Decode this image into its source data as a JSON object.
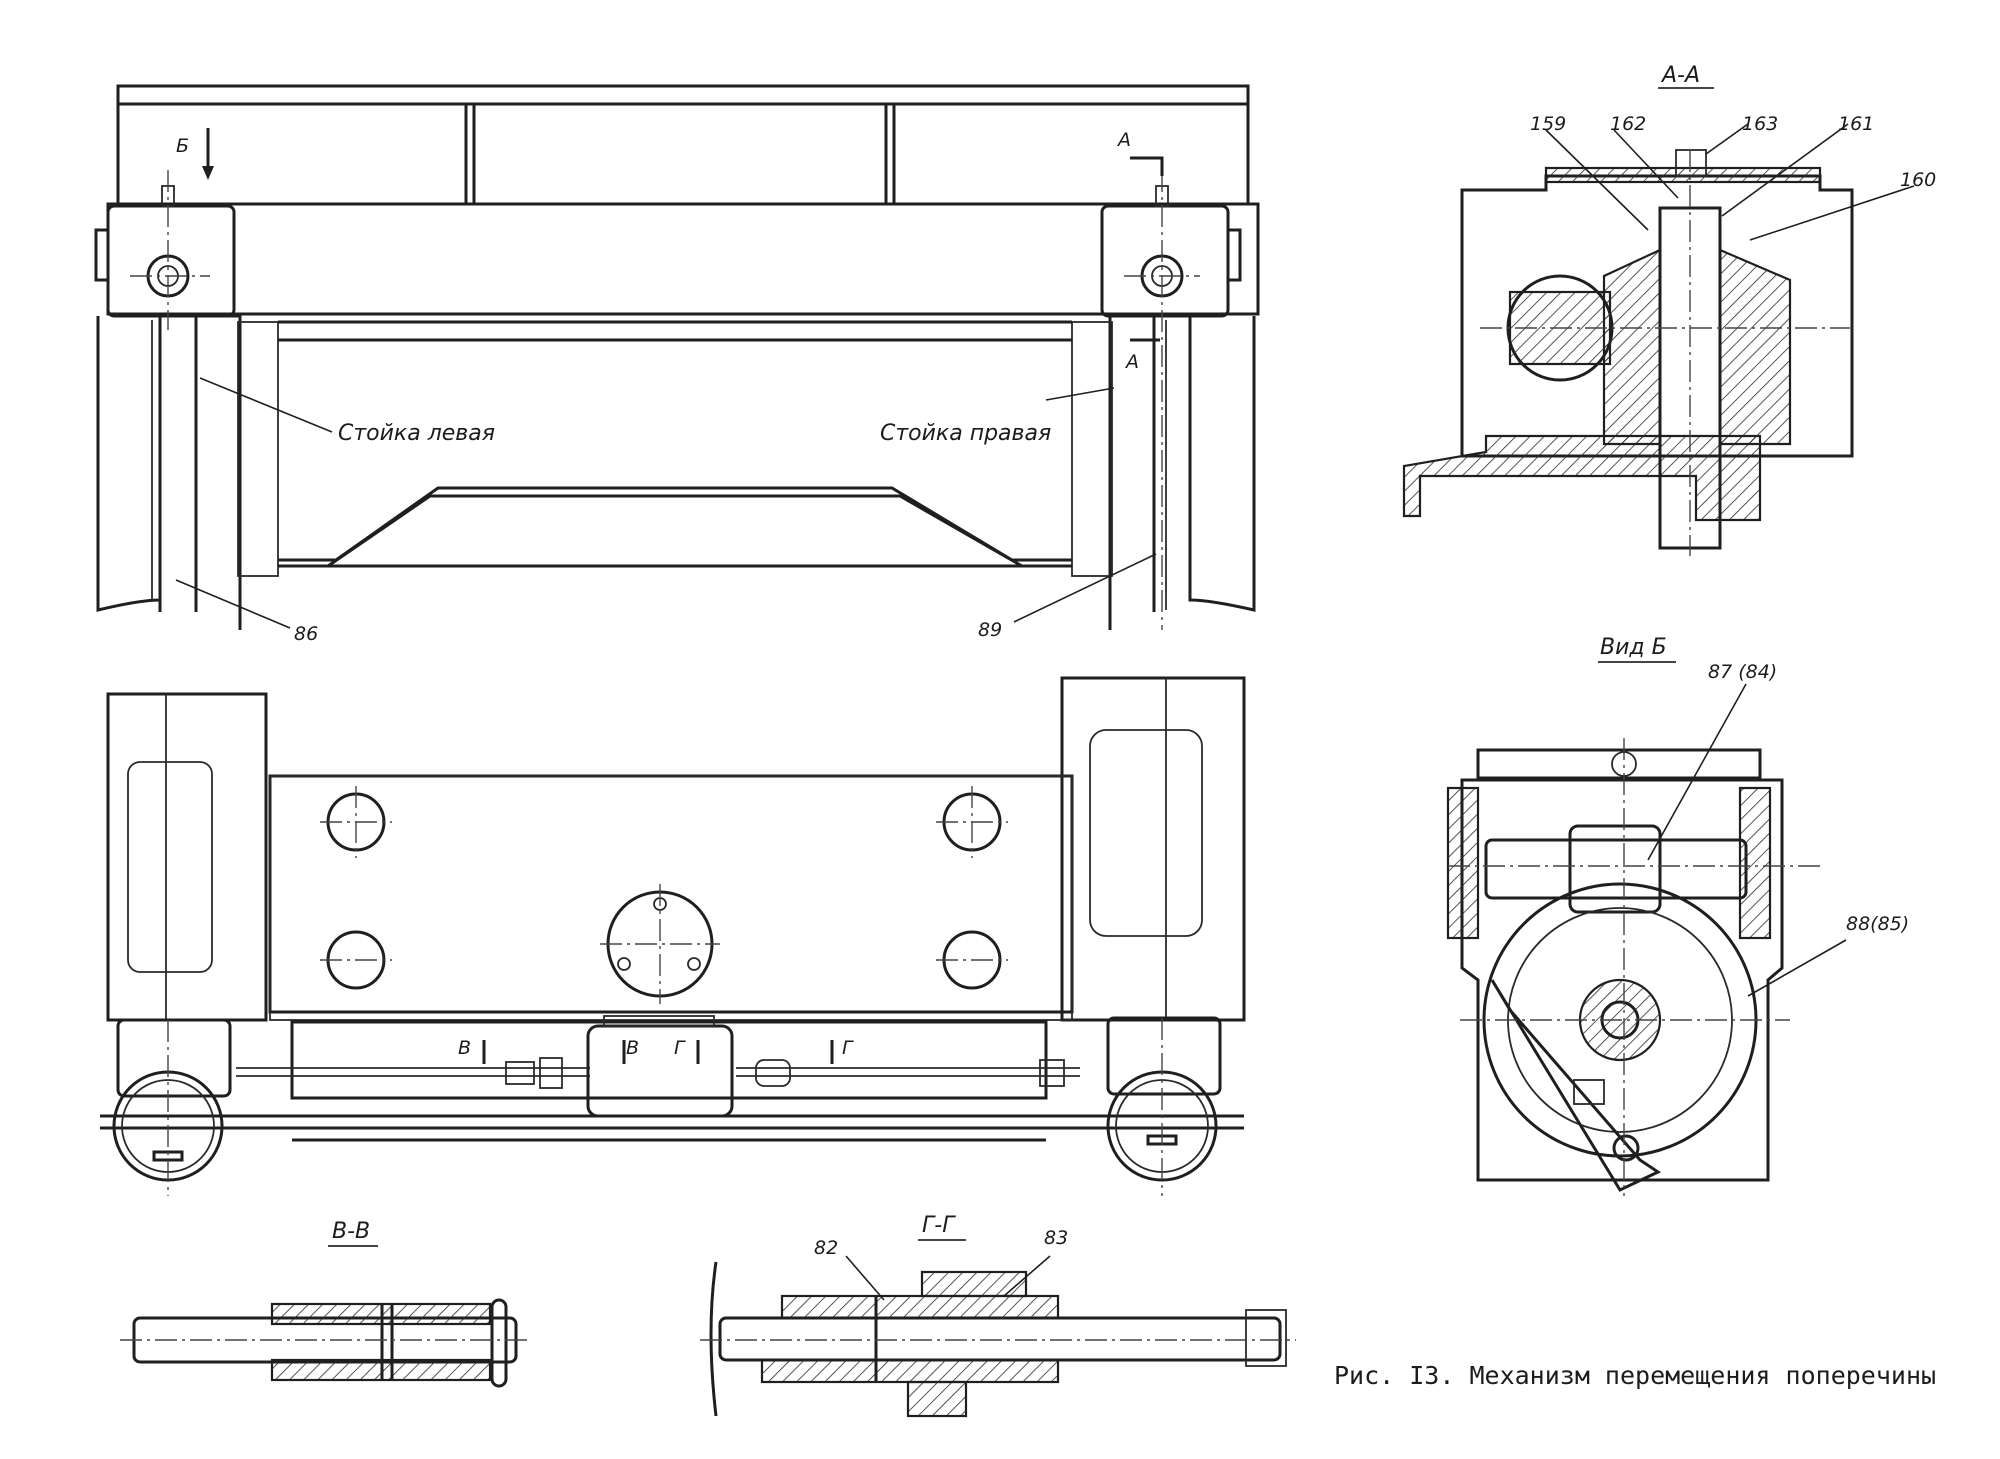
{
  "caption": "Рис. I3. Механизм перемещения поперечины",
  "views": {
    "front": {
      "left_post": "Стойка левая",
      "right_post": "Стойка правая",
      "view_arrow": "Б",
      "section_mark_top": "А",
      "section_mark_bottom": "А",
      "callouts": [
        "86",
        "89"
      ]
    },
    "plan": {
      "section_marks": [
        "В",
        "В",
        "Г",
        "Г"
      ]
    },
    "section_aa": {
      "title": "А-А",
      "callouts": [
        "159",
        "162",
        "163",
        "161",
        "160"
      ]
    },
    "view_b": {
      "title": "Вид Б",
      "callouts": [
        "87 (84)",
        "88(85)"
      ]
    },
    "section_vv": {
      "title": "В-В"
    },
    "section_gg": {
      "title": "Г-Г",
      "callouts": [
        "82",
        "83"
      ]
    }
  }
}
